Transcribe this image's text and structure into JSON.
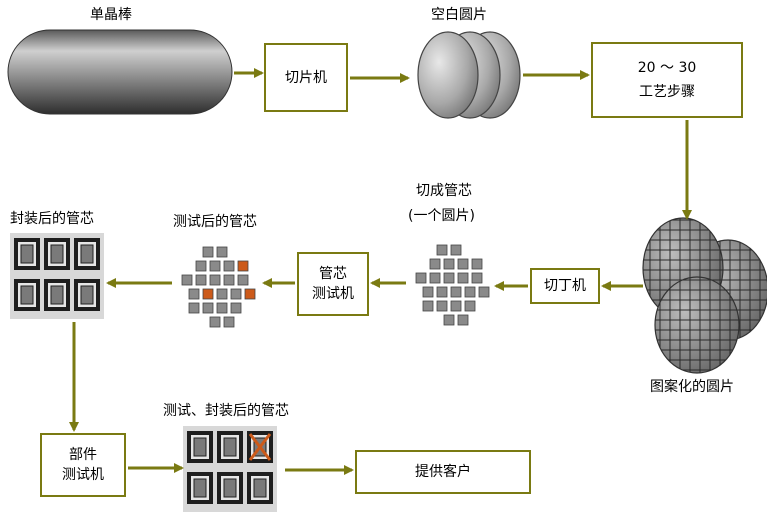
{
  "labels": {
    "ingot": "单晶棒",
    "blank_wafer": "空白圆片",
    "diced_chips": "切成管芯",
    "diced_chips_sub": "(一个圆片)",
    "tested_chips": "测试后的管芯",
    "packaged_chips": "封装后的管芯",
    "patterned_wafer": "图案化的圆片",
    "final_chips": "测试、封装后的管芯"
  },
  "boxes": {
    "slicer": "切片机",
    "process_steps_line1": "20 ～ 30",
    "process_steps_line2": "工艺步骤",
    "dicer": "切丁机",
    "chip_tester_line1": "管芯",
    "chip_tester_line2": "测试机",
    "part_tester_line1": "部件",
    "part_tester_line2": "测试机",
    "deliver": "提供客户"
  },
  "colors": {
    "box_border": "#7a7a12",
    "arrow": "#7a7a12",
    "fail_mark": "#cc5a1a"
  }
}
